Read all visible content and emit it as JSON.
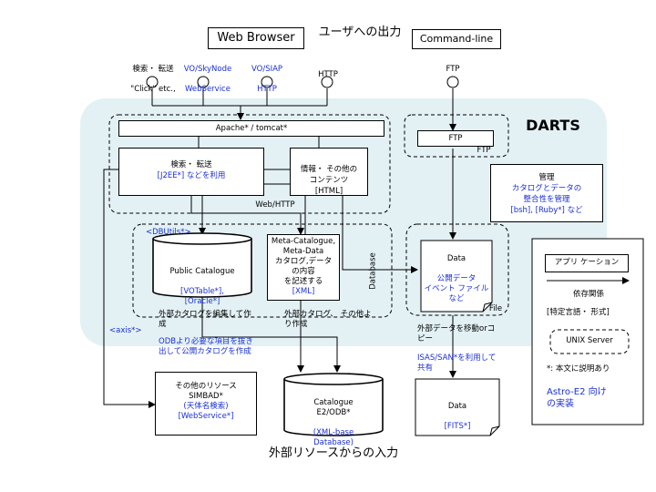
{
  "texts": {
    "output_heading": "ユーザへの出力",
    "input_heading": "外部リソースからの入力",
    "web_browser": "Web Browser",
    "command_line": "Command-line",
    "darts": "DARTS",
    "interfaces": [
      {
        "line1": "検索・ 転送",
        "line2": "\"Click\" etc.,",
        "blue": false
      },
      {
        "line1": "VO/SkyNode",
        "line2": "WebService",
        "blue": true
      },
      {
        "line1": "VO/SIAP",
        "line2": "HTTP",
        "blue": true
      },
      {
        "line1": "HTTP",
        "line2": "",
        "blue": false
      }
    ],
    "ftp_top": "FTP",
    "apache": "Apache*   /   tomcat*",
    "search_transfer": "検索・ 転送",
    "j2ee": "[J2EE*] などを利用",
    "info_contents": "情報・ その他の\nコンテンツ\n[HTML]",
    "web_http": "Web/HTTP",
    "ftp_box": "FTP",
    "ftp_label": "FTP",
    "kanri_title": "管理",
    "kanri_body": "カタログとデータの\n整合性を管理\n[bsh], [Ruby*] など",
    "dbutils": "<DBUtils*>",
    "public_catalogue_title": "Public Catalogue",
    "public_catalogue_body": "[VOTable*],\n[Oracle*]",
    "meta_catalogue": "Meta-Catalogue,\nMeta-Data\nカタログ,データ\nの内容\nを記述する",
    "meta_catalogue_xml": "[XML]",
    "database": "Database",
    "data_title": "Data",
    "data_body": "公開データ\nイベント ファイル\nなど",
    "file": "File",
    "edit_note": "外部カタログを編集して作\n成",
    "other_note": "外部カタログ、 その他よ\nり作成",
    "axis": "<axis*>",
    "odb_note": "ODBより必要な項目を抜き\n出して公開カタログを作成",
    "move_note": "外部データを移動orコ\nピー",
    "isas_note": "ISAS/SAN*を利用して\n共有",
    "other_resources": "その他のリソース\nSIMBAD*",
    "other_resources_blue": "(天体名検索)\n[WebService*]",
    "catalogue_top": "Catalogue\nE2/ODB*",
    "catalogue_bottom": "(XML-base\nDatabase)",
    "data_fits_title": "Data",
    "data_fits_body": "[FITS*]",
    "legend_app": "アプリ ケーション",
    "legend_dep": "依存関係",
    "legend_lang": "[特定言語・ 形式]",
    "legend_unix": "UNIX Server",
    "legend_note": "*: 本文に説明あり",
    "legend_astro": "Astro-E2 向け\nの実装"
  },
  "colors": {
    "darts_bg": "#e3f1f5",
    "accent_blue": "#1a2fd6",
    "line": "#000000"
  }
}
